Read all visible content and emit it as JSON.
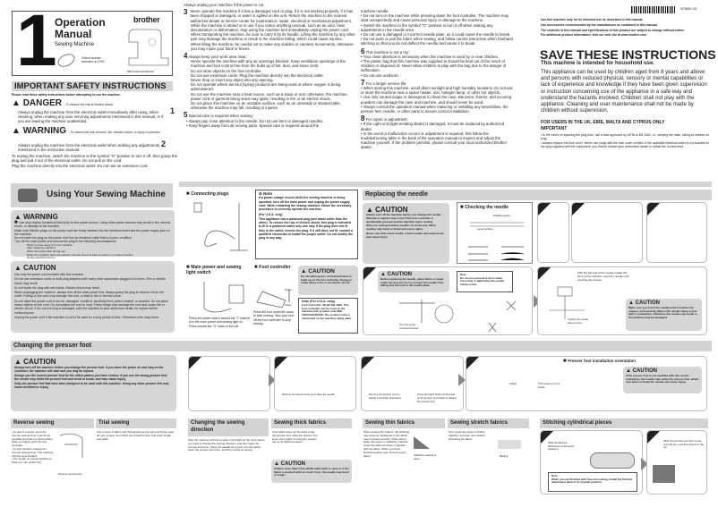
{
  "cover": {
    "number": "1",
    "title1": "Operation",
    "title2": "Manual",
    "subtitle": "Sewing Machine",
    "dvd": "Video tutorials included on DVD.",
    "brand": "brother",
    "models": "888-X33/X34/X35/X36"
  },
  "safety": {
    "title": "IMPORTANT SAFETY INSTRUCTIONS",
    "intro": "Please read these safety instructions before attempting to use the machine.",
    "danger": "DANGER",
    "danger_sub": "- To reduce the risk of electric shock:",
    "danger_text": "Always unplug the machine from the electrical outlet immediately after using, when cleaning, when making any user servicing adjustments mentioned in this manual, or if you are leaving the machine unattended.",
    "n1": "1",
    "warning": "WARNING",
    "warning_sub": "- To reduce the risk of burns, fire, electric shock, or injury to persons.",
    "warning_text": "Always unplug the machine from the electrical outlet when making any adjustments mentioned in the instruction manual:",
    "n2": "2",
    "unplug": "To unplug the machine, switch the machine to the symbol \"O\" position to turn it off, then grasp the plug and pull it out of the electrical outlet. Do not pull on the cord.",
    "plug": "Plug the machine directly into the electrical outlet. Do not use an extension cord."
  },
  "middle": {
    "p0": "Always unplug your machine if the power is cut.",
    "n3": "3",
    "s3": "Never operate this machine if it has a damaged cord or plug, if it is not working properly, if it has been dropped or damaged, or water is spilled on the unit. Return the machine to the nearest authorized dealer or service center for examination, repair, electrical or mechanical adjustment.",
    "s3b": "While the machine is stored or in use if you notice anything unusual, such as an odor, heat, discoloration or deformation, stop using the machine and immediately unplug the power cord.",
    "s3c": "When transporting the machine, be sure to carry it by its handle. Lifting the machine by any other part may damage the machine or result in the machine falling, which could cause injuries.",
    "s3d": "When lifting the machine, be careful not to make any sudden or careless movements, otherwise you may injure your back or knees.",
    "n4": "4",
    "s4": "Always keep your work area clear:",
    "s4items": [
      "Never operate the machine with any air openings blocked. Keep ventilation openings of the machine and foot control free from the build up of lint, dust, and loose cloth.",
      "Do not store objects on the foot controller.",
      "Do not use extension cords. Plug the machine directly into the electrical outlet.",
      "Never drop or insert any object into any opening.",
      "Do not operate where aerosol (spray) products are being used or where oxygen is being administered.",
      "Do not use the machine near a heat source, such as a stove or iron; otherwise, the machine, power cord or garment being sewn may ignite, resulting in fire or an electric shock.",
      "Do not place this machine on an unstable surface, such as an unsteady or slanted table, otherwise the machine may fall, resulting in injuries."
    ],
    "n5": "5",
    "s5": "Special care is required when sewing:",
    "s5items": [
      "Always pay close attention to the needle. Do not use bent or damaged needles.",
      "Keep fingers away from all moving parts. Special care is required around the"
    ]
  },
  "middle2": {
    "p0": "machine needle.",
    "items0": [
      "Do not turn on the machine while pressing down the foot controller. The machine may start unexpectedly and cause personal injury or damage to the machine.",
      "Switch the machine to the symbol \"O\" position to turn it off when making any adjustments in the needle area.",
      "Do not use a damaged or incorrect needle plate, as it could cause the needle to break.",
      "Do not push or pull the fabric when sewing, and follow careful instruction when freehand stitching so that you do not deflect the needle and cause it to break."
    ],
    "n6": "6",
    "s6": "This machine is not a toy:",
    "items6": [
      "Your close attention is necessary when the machine is used by or near children.",
      "The plastic bag that this machine was supplied in should be kept out of the reach of children or disposed of. Never allow children to play with the bag due to the danger of suffocation.",
      "Do not use outdoors."
    ],
    "n7": "7",
    "s7": "For a longer service life:",
    "items7": [
      "When storing this machine, avoid direct sunlight and high humidity locations. Do not use or store the machine near a space heater, iron, halogen lamp, or other hot objects.",
      "Use only neutral soaps or detergents to clean the case. Benzene, thinner, and scouring powders can damage the case and machine, and should never be used.",
      "Always consult the operation manual when replacing or installing any assemblies, the presser feet, needle, or other parts to assure correct installation."
    ],
    "n8": "8",
    "s8": "For repair or adjustment:",
    "items8": [
      "If the Light unit (light-emitting diode) is damaged, it must be replaced by authorized dealer.",
      "In the event a malfunction occurs or adjustment is required, first follow the troubleshooting table in the back of the operation manual to inspect and adjust the machine yourself. If the problem persists, please consult your local authorized Brother dealer."
    ]
  },
  "right": {
    "code": "XF3656-101",
    "l1": "Use this machine only for its intended use as described in this manual.",
    "l2": "Use accessories recommended by the manufacturer as contained in this manual.",
    "l3": "The contents of this manual and specifications of this product are subject to change without notice.",
    "l4": "For additional product information, visit our web site at www.brother.com",
    "save": "SAVE THESE INSTRUCTIONS",
    "household": "This machine is intended for household use.",
    "para": "This appliance can be used by children aged from 8 years and above and persons with reduced physical, sensory or mental capabilities or lack of experience and knowledge if they have been given supervision or instruction concerning use of the appliance in a safe way and understand the hazards involved. Children shall not play with the appliance. Cleaning and user maintenance shall not be made by children without supervision.",
    "uk": "FOR USERS IN THE UK, EIRE, MALTA AND CYPRUS ONLY",
    "important": "IMPORTANT",
    "uk_items": [
      "In the event of replacing the plug fuse, use a fuse approved by ASTA to BS 1362, i.e. carrying the mark, rating as marked on plug.",
      "Always replace the fuse cover. Never use plugs with the fuse cover omitted. If the available electrical outlet is not suitable for the plug supplied with this equipment, you should contact your authorized dealer to obtain the correct lead."
    ]
  },
  "using": {
    "title": "Using Your Sewing Machine",
    "warning_title": "WARNING",
    "warning_items": [
      "Use only regular household electricity for the power source. Using other power sources may result in fire, electric shock, or damage to the machine.",
      "Make sure that the plugs on the power cord are firmly inserted into the electrical outlet and the power supply jack on the machine.",
      "Do not insert the plug on the power cord into an electrical outlet that is in poor condition.",
      "Turn off the main power and remove the plug in the following circumstances:"
    ],
    "warning_sub": [
      "When you are away from the machine",
      "After using the machine",
      "When the power fails during use",
      "When the machine does not operate correctly due to a bad connection or a disconnection",
      "During electrical storms"
    ],
    "caution_title": "CAUTION",
    "caution_items": [
      "Use only the power cord included with this machine.",
      "Do not use extension cords or multi-plug adapters with many other appliances plugged in to them. Fire or electric shock may result.",
      "Do not touch the plug with wet hands. Electric shock may result.",
      "When unplugging the machine, always turn off the main power first. Always grasp the plug to remove it from the outlet. Pulling on the cord may damage the cord, or lead to fire or electric shock.",
      "Do not allow the power cord to be cut, damaged, modified, forcefully bent, pulled, twisted, or bundled. Do not place heavy objects on the cord. Do not subject the cord to heat. These things may damage the cord and cause fire or electric shock. If the cord or plug is damaged, take the machine to your authorized dealer for repairs before continuing use.",
      "Unplug the power cord if the machine is not to be used for a long period of time. Otherwise a fire may result."
    ]
  },
  "plugs": {
    "title": "Connecting plugs",
    "note_title": "Note",
    "note1": "If a power outage occurs while the sewing machine is being operated, turn off the main power and unplug the power supply cord. When restarting the sewing machine, follow the necessary procedure to correctly operate the machine.",
    "usa": "(For U.S.A. only)",
    "note2": "This appliance has a polarized plug (one blade wider than the other). To reduce the risk of electric shock, this plug is intended to fit in a polarized outlet only one way. If the plug does not fit fully in the outlet, reverse the plug. If it still does not fit, contact a qualified electrician to install the proper outlet. Do not modify the plug in any way."
  },
  "power": {
    "title": "Main power and sewing light switch",
    "text": "Press the power switch toward the \"I\" mark to turn the main power and sewing light on. Press toward the \"O\" mark to turn off."
  },
  "foot": {
    "title": "Foot controller",
    "text": "Press the foot controller down to start sewing. Take your foot off the foot controller to stop sewing.",
    "slower": "Slower",
    "faster": "Faster",
    "caution_title": "CAUTION",
    "caution": "Do not allow pieces of cloth and dust to build up on the foot controller. Doing so could cause a fire or an electric shock.",
    "note_title": "Note (For U.S.A. only)",
    "note": "Foot Controller: Model KD-1902. This foot controller can be used on the machine with product code 888-X33/X34/X35/X36. The product code is mentioned on the machine rating plate."
  },
  "needle": {
    "title": "Replacing the needle",
    "caution_title": "CAUTION",
    "caution_items": [
      "Always turn off the machine before you change the needle. Otherwise, injuries may occur if the foot controller is accidentally pressed and the machine starts sewing.",
      "Only use sewing machine needles for home use. Other needles may bend or break and cause injury.",
      "Never sew with a bent needle. A bent needle will easily break and cause injury."
    ],
    "check_title": "Checking the needle",
    "parallel": "Parallel space",
    "level": "Level surface",
    "step4_caution_title": "CAUTION",
    "step4_caution": "Before replacing the needle, place fabric or paper under the presser foot to prevent the needle from falling into the hole in the needle plate.",
    "step4_note_title": "Note",
    "step4_note": "Do not use excessive force when loosening or tightening the needle clamp screw.",
    "turn": "Turn the screw counterclockwise",
    "step5_text": "With the flat side of the needle toward the back of the machine, insert the needle until touching the stopper.",
    "tighten": "Tighten the needle clamp screw",
    "step5_caution_title": "CAUTION",
    "step5_caution": "Make sure you insert the needle until it touches the stopper, and securely tighten the needle clamp screw with a screwdriver, otherwise the needle may break or the machine may be damaged."
  },
  "presser": {
    "title": "Changing the presser foot",
    "caution_title": "CAUTION",
    "caution_items": [
      "Always turn off the machine before you change the presser foot. If you leave the power on and step on the controller, the machine will start and you may be injured.",
      "Always use the correct presser foot for the stitch pattern you have chosen. If you use the wrong presser foot, the needle may strike the presser foot and bend or break, and may cause injury.",
      "Only use presser feet that have been designed to be used with this machine. Using any other presser feet may cause accident or injury."
    ],
    "mark": "Mark on the wheel points up to raise the needle",
    "remove": "Remove the presser foot by pulling it vertically downward.",
    "press": "Press the black button at the back of the presser foot holder to release the presser foot.",
    "orientation": "Presser foot installation orientation",
    "shank": "Shank",
    "snaps": "This snaps in to the shank.",
    "o_caution_title": "CAUTION",
    "o_caution": "If the presser foot is not installed with the correct orientation, the needle may strike the presser foot, which may bend or break the needle and cause injury."
  },
  "reverse": {
    "title": "Reverse sewing",
    "items": [
      "To sew in reverse, push the reverse sewing lever in as far as possible and hold it in that position while you lightly push the foot controller.",
      "To sew forward, release the reverse sewing lever. The machine will then sew forward.",
      "The length of reverse stitches is fixed at 2 mm (1/16 inch)."
    ],
    "lever": "Reverse sewing lever"
  },
  "trial": {
    "title": "Trial sewing",
    "text": "Use a piece of fabric and thread that are the same as those used for your project, and check the thread tension and stitch length and width."
  },
  "direction": {
    "title": "Changing the sewing direction",
    "text": "Stop the machine with the needle in the fabric at the point where you want to change the sewing direction, and then raise the presser foot lever. Using the needle as a pivot, turn the fabric, lower the presser foot lever, and then continue sewing."
  },
  "thick": {
    "title": "Sewing thick fabrics",
    "text": "If the fabric does not fit easily under the presser foot, raise the presser foot lever even higher to bring the presser foot to its highest position.",
    "caution_title": "CAUTION",
    "caution": "If fabric more than 6 mm (15/64 inch) thick is sewn or if the fabric is pushed with too much force, the needle may bend or break."
  },
  "thin": {
    "title": "Sewing thin fabrics",
    "text": "When sewing thin fabrics, the stitching may become misaligned or the fabric may not feed correctly. If this occurs, place thin paper or stabilizer material under the fabric and sew it together with the fabric. When you have finished sewing, tear off any excess paper.",
    "label": "Stabilizer material or paper"
  },
  "stretch": {
    "title": "Sewing stretch fabrics",
    "text": "First, baste the pieces of fabric together, and then sew without stretching the fabric.",
    "label": "Basting"
  },
  "cyl": {
    "title": "Stitching cylindrical pieces",
    "s1": "Slide the flat bed attachment to the left to release it.",
    "s2": "Slide the part that you wish to sew onto the arm, and then sew from the top.",
    "note_title": "Note",
    "note": "When you are finished with free-arm sewing, install the flat bed attachment back in its original position."
  },
  "colors": {
    "band": "#d3d3d3",
    "caution_bg": "#d6d6d6",
    "text": "#222222"
  }
}
